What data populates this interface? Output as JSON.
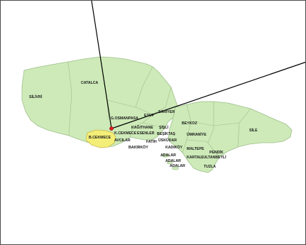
{
  "map": {
    "colors": {
      "land": "#cdeab8",
      "land_stroke": "#9fbf8a",
      "highlight": "#f3ee78",
      "highlight_stroke": "#c9b84a",
      "point": "#d92020",
      "line": "#000000"
    },
    "districts": {
      "silivri": "SİLİVRİ",
      "catalca": "CATALCA",
      "b_cekmece": "B.CEKMECE",
      "gosmanpasa": "G.OSMANPASA",
      "eyup": "EYUP",
      "sariyer": "SARIYER",
      "kagithane": "KAĞITHANE",
      "sisli": "ŞİŞLİ",
      "k_cekmece": "K.CEKMECE",
      "esenler": "ESENLER",
      "besiktas": "BEŞİKTAŞ",
      "beykoz": "BEYKOZ",
      "umraniye": "ÜMRANİYE",
      "sile": "SİLE",
      "avcilar": "AVCILAR",
      "fatih": "FATİH",
      "uskudar": "ÜSKÜDAR",
      "bakirkoy": "BAKIRKÖY",
      "kadikoy": "KADIKÖY",
      "maltepe": "MALTEPE",
      "pendik": "PENDİK",
      "adalar_1": "ADALAR",
      "kartal": "KARTAL",
      "sultanbeyli": "SULTANBEYLİ",
      "adalar_2": "ADALAR",
      "adalar_3": "ADALAR",
      "tuzla": "TUZLA"
    }
  }
}
